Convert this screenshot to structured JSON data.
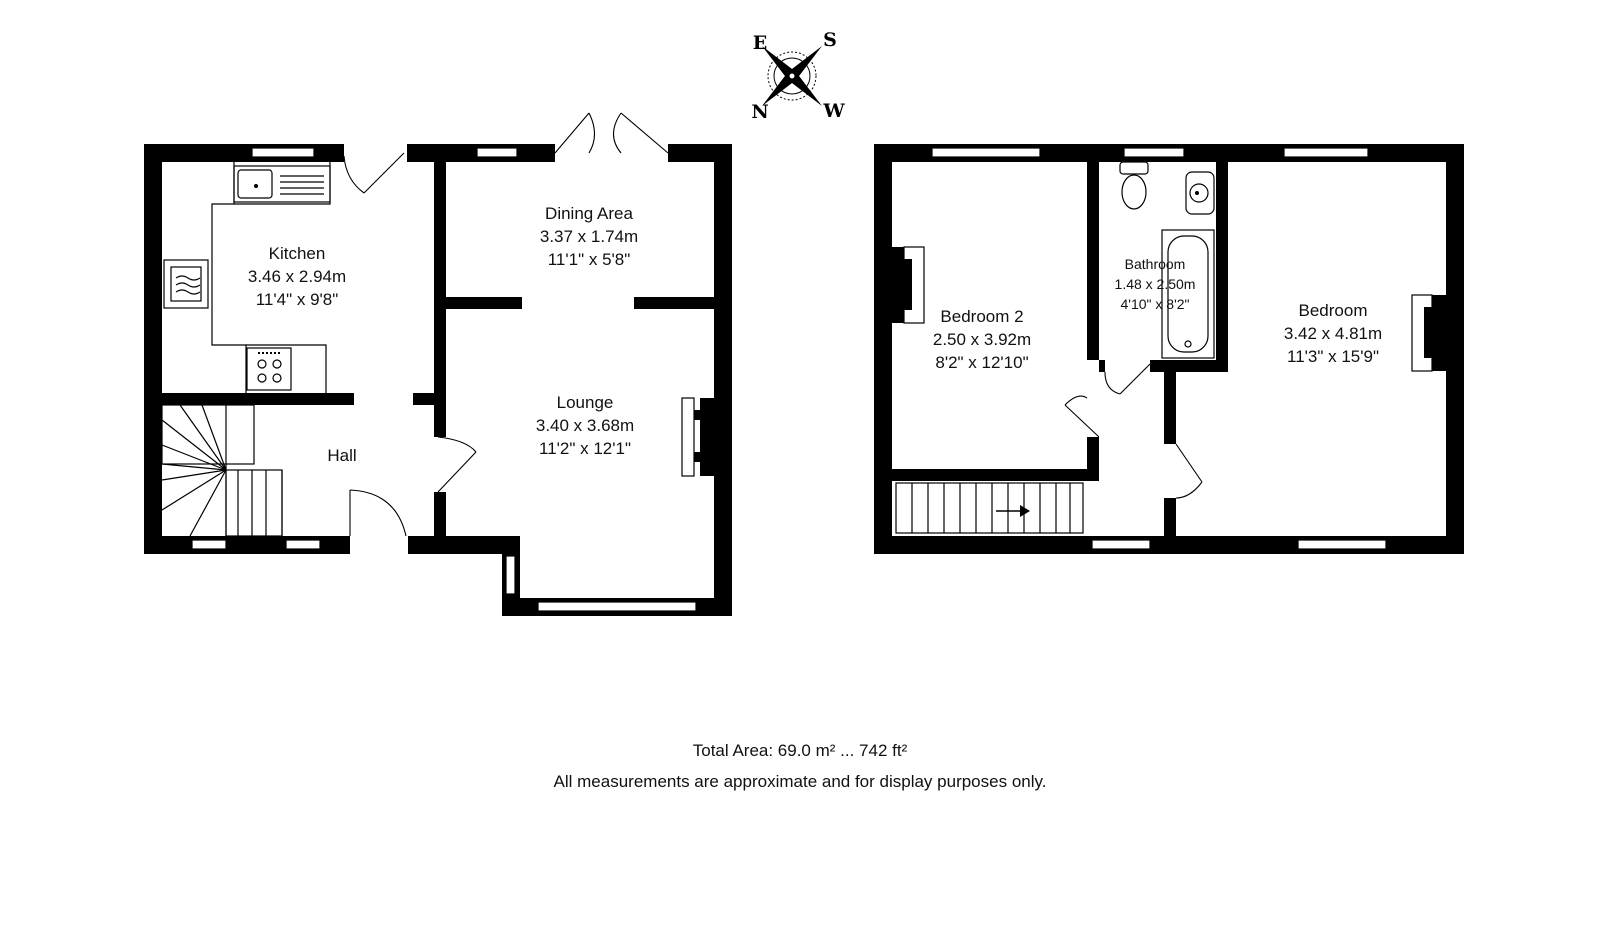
{
  "compass": {
    "e": "E",
    "s": "S",
    "n": "N",
    "w": "W"
  },
  "ground_floor": {
    "kitchen": {
      "name": "Kitchen",
      "metric": "3.46 x 2.94m",
      "imperial": "11'4\" x 9'8\""
    },
    "dining": {
      "name": "Dining Area",
      "metric": "3.37 x 1.74m",
      "imperial": "11'1\" x 5'8\""
    },
    "lounge": {
      "name": "Lounge",
      "metric": "3.40 x 3.68m",
      "imperial": "11'2\" x 12'1\""
    },
    "hall": {
      "name": "Hall"
    }
  },
  "first_floor": {
    "bedroom2": {
      "name": "Bedroom 2",
      "metric": "2.50 x 3.92m",
      "imperial": "8'2\" x 12'10\""
    },
    "bathroom": {
      "name": "Bathroom",
      "metric": "1.48 x 2.50m",
      "imperial": "4'10\" x 8'2\""
    },
    "bedroom": {
      "name": "Bedroom",
      "metric": "3.42 x 4.81m",
      "imperial": "11'3\" x 15'9\""
    }
  },
  "footer": {
    "total_area": "Total Area: 69.0 m² ... 742 ft²",
    "disclaimer": "All measurements are approximate and for display purposes only."
  }
}
